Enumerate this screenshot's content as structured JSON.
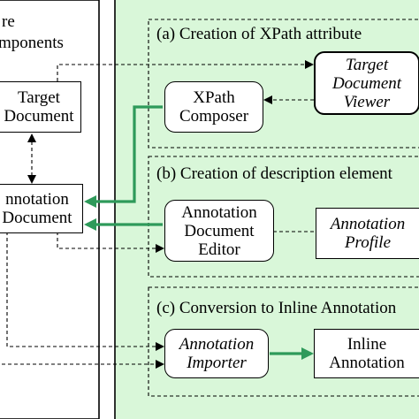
{
  "colors": {
    "panel_green": "#d9f7d9",
    "arrow_green": "#2e9a5a",
    "dashed_line": "#000000"
  },
  "core": {
    "title_line1": "re",
    "title_line2": "mponents",
    "target_document_line1": "Target",
    "target_document_line2": "Document",
    "annotation_document_line1": "nnotation",
    "annotation_document_line2": "Document"
  },
  "section_a": {
    "title": "(a) Creation of XPath attribute",
    "xpath_composer_line1": "XPath",
    "xpath_composer_line2": "Composer",
    "target_viewer_line1": "Target",
    "target_viewer_line2": "Document",
    "target_viewer_line3": "Viewer"
  },
  "section_b": {
    "title": "(b) Creation of description element",
    "editor_line1": "Annotation",
    "editor_line2": "Document",
    "editor_line3": "Editor",
    "profile_line1": "Annotation",
    "profile_line2": "Profile"
  },
  "section_c": {
    "title": "(c) Conversion to Inline Annotation",
    "importer_line1": "Annotation",
    "importer_line2": "Importer",
    "inline_line1": "Inline",
    "inline_line2": "Annotation"
  }
}
